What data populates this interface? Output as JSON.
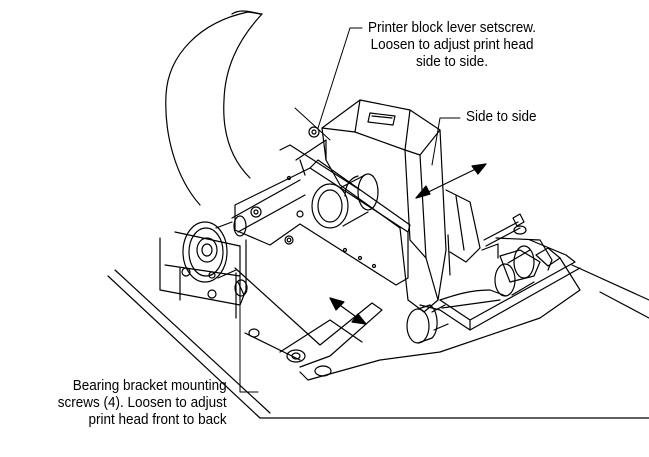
{
  "callouts": {
    "lever_setscrew": {
      "lines": [
        "Printer block lever setscrew.",
        "Loosen to adjust print head",
        "side to side."
      ]
    },
    "side_to_side": {
      "text": "Side to side"
    },
    "bearing_bracket": {
      "lines": [
        "Bearing bracket mounting",
        "screws (4).  Loosen to adjust",
        "print head front to back"
      ]
    }
  },
  "colors": {
    "line": "#000000",
    "background": "#ffffff",
    "shade": "#bdbdbd"
  }
}
